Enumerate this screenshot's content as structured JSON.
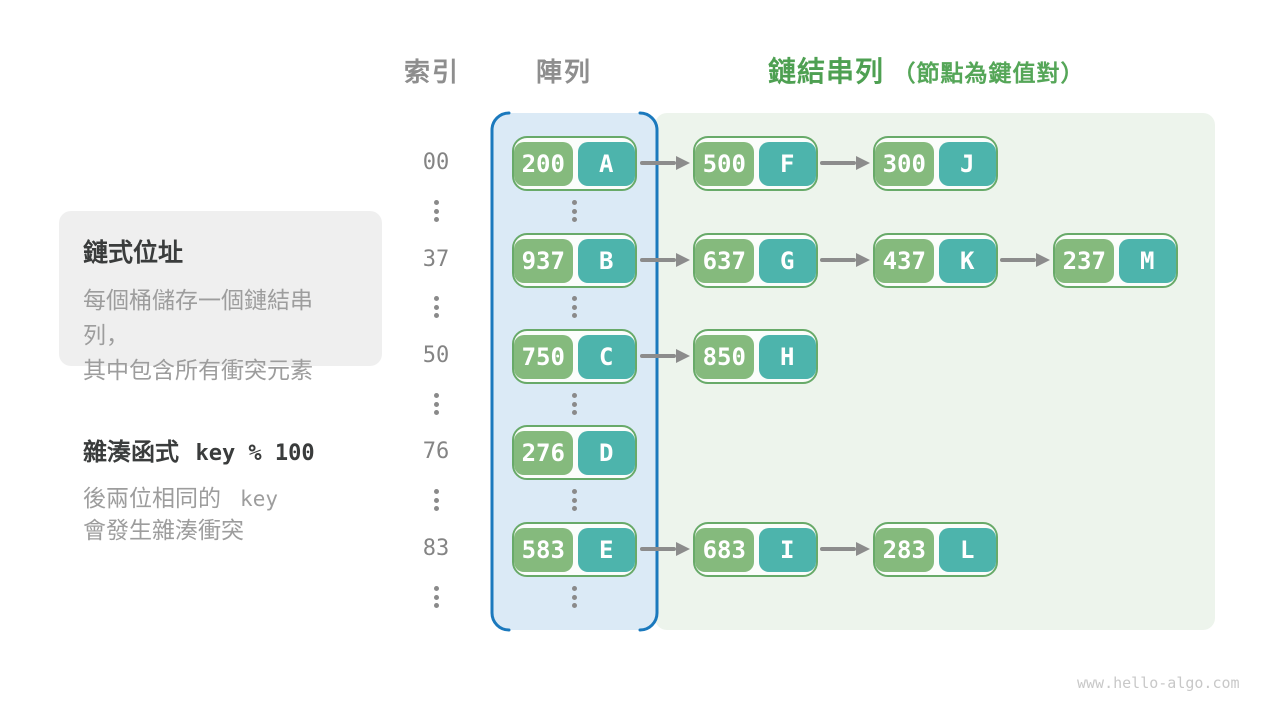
{
  "headers": {
    "index": "索引",
    "array": "陣列",
    "linked_list": "鏈結串列",
    "linked_list_note": "（節點為鍵值對）"
  },
  "note_box": {
    "title": "鏈式位址",
    "line1": "每個桶儲存一個鏈結串列，",
    "line2": "其中包含所有衝突元素"
  },
  "hash_note": {
    "label": "雜湊函式",
    "code": "key % 100",
    "line1_text": "後兩位相同的",
    "line1_code": "key",
    "line2": "會發生雜湊衝突"
  },
  "watermark": "www.hello-algo.com",
  "colors": {
    "array_panel_border": "#1b79bd",
    "array_panel_fill": "#dbeaf6",
    "list_panel_fill": "#edf4ec",
    "node_border": "#68aa69",
    "key_pill_green": "#85ba7d",
    "value_pill_teal": "#4db4ac",
    "header_green": "#4ea052",
    "header_gray": "#8e8e8e",
    "arrow_gray": "#8c8c8c"
  },
  "rows": [
    {
      "index": "00",
      "chain": [
        {
          "key": "200",
          "val": "A"
        },
        {
          "key": "500",
          "val": "F"
        },
        {
          "key": "300",
          "val": "J"
        }
      ]
    },
    {
      "index": "37",
      "chain": [
        {
          "key": "937",
          "val": "B"
        },
        {
          "key": "637",
          "val": "G"
        },
        {
          "key": "437",
          "val": "K"
        },
        {
          "key": "237",
          "val": "M"
        }
      ]
    },
    {
      "index": "50",
      "chain": [
        {
          "key": "750",
          "val": "C"
        },
        {
          "key": "850",
          "val": "H"
        }
      ]
    },
    {
      "index": "76",
      "chain": [
        {
          "key": "276",
          "val": "D"
        }
      ]
    },
    {
      "index": "83",
      "chain": [
        {
          "key": "583",
          "val": "E"
        },
        {
          "key": "683",
          "val": "I"
        },
        {
          "key": "283",
          "val": "L"
        }
      ]
    }
  ]
}
